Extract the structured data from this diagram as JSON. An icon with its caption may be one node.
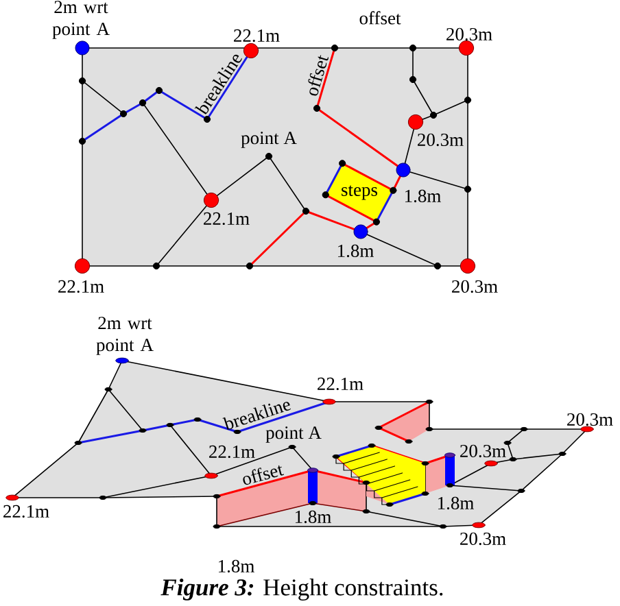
{
  "diagram": {
    "caption": "**Figure 3:** Height constraints.",
    "nodes": [
      {
        "text": [
          "steps"
        ]
      }
    ],
    "labels": [
      "2m wrt point A",
      "offset",
      "22.1m",
      "20.3m",
      "breakline",
      "offset",
      "point A",
      "20.3m",
      "1.8m",
      "22.1m",
      "1.8m",
      "22.1m",
      "20.3m",
      "2m wrt point A",
      "22.1m",
      "breakline",
      "20.3m",
      "point A",
      "22.1m",
      "20.3m",
      "offset",
      "1.8m",
      "22.1m",
      "1.8m",
      "20.3m",
      "1.8m"
    ]
  }
}
